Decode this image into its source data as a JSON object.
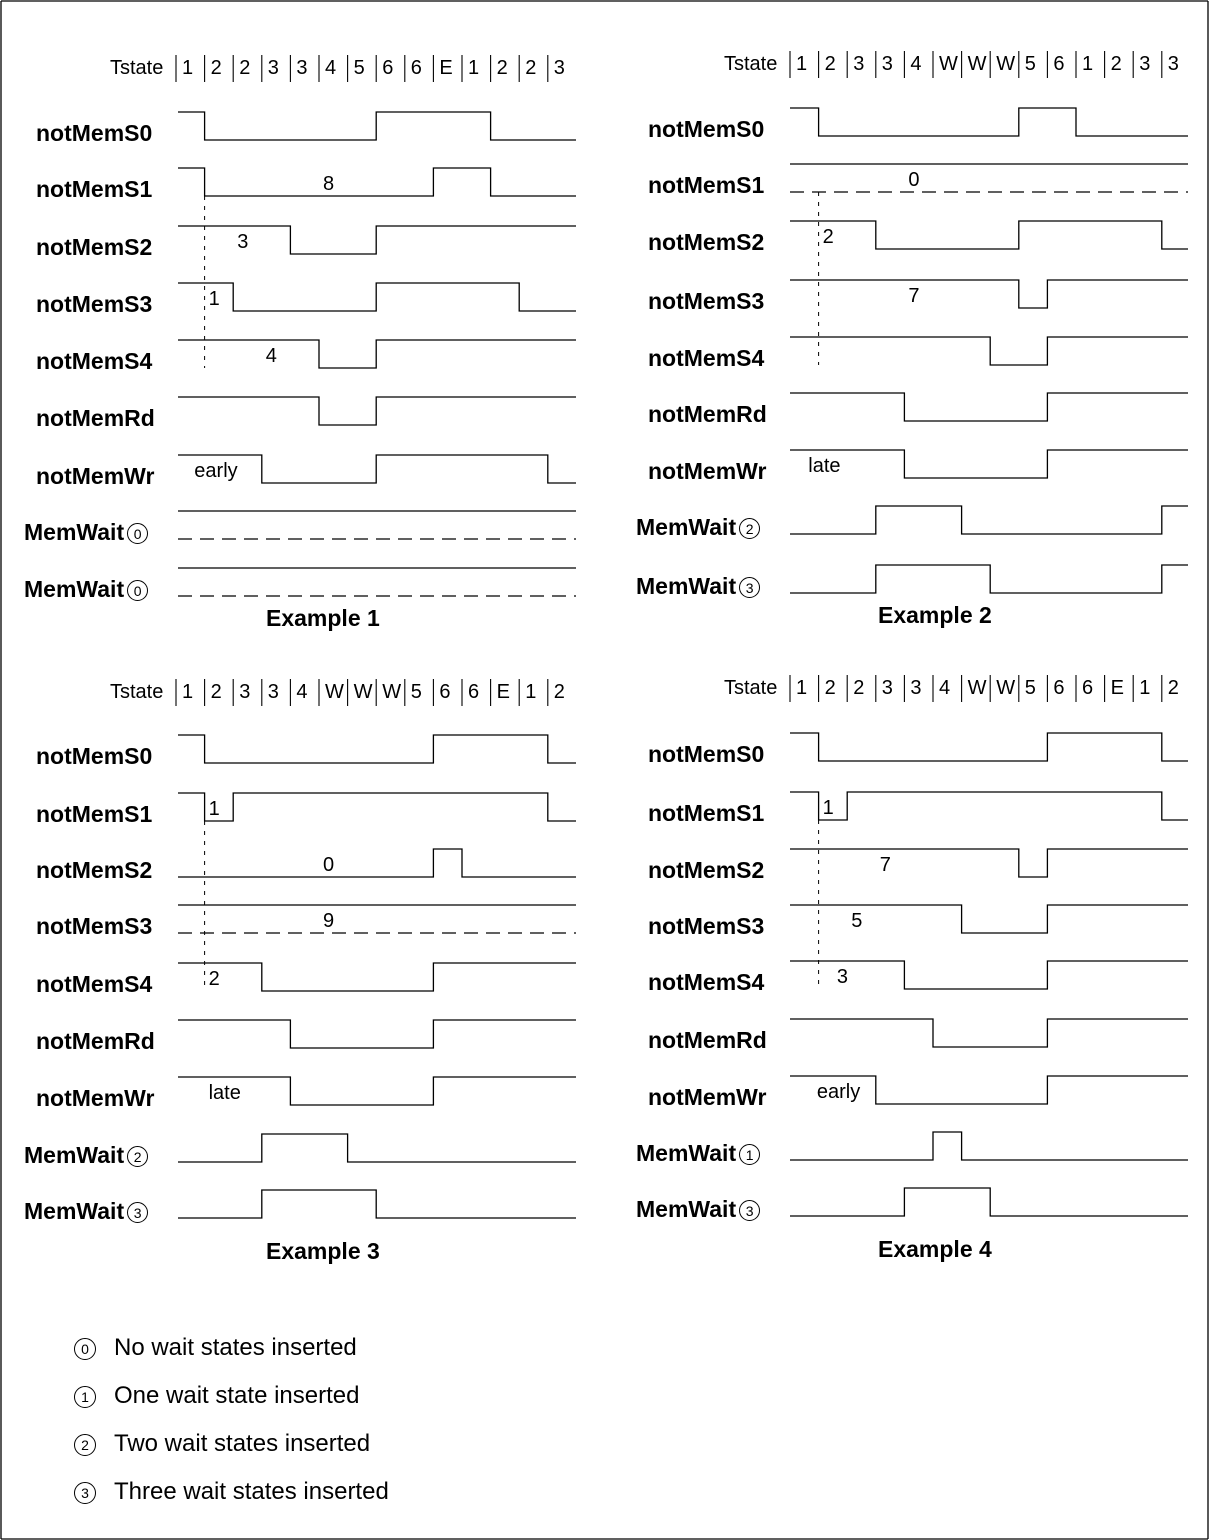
{
  "tstate_label": "Tstate",
  "examples": [
    {
      "title": "Example 1",
      "tstates": [
        "1",
        "2",
        "2",
        "3",
        "3",
        "4",
        "5",
        "6",
        "6",
        "E",
        "1",
        "2",
        "2",
        "3"
      ],
      "signals": [
        {
          "name": "notMemS0",
          "note": ""
        },
        {
          "name": "notMemS1",
          "note": "8"
        },
        {
          "name": "notMemS2",
          "note": "3"
        },
        {
          "name": "notMemS3",
          "note": "1"
        },
        {
          "name": "notMemS4",
          "note": "4"
        },
        {
          "name": "notMemRd",
          "note": ""
        },
        {
          "name": "notMemWr",
          "note": "early"
        },
        {
          "name": "MemWait",
          "mark": "0",
          "note": ""
        },
        {
          "name": "MemWait",
          "mark": "0",
          "note": ""
        }
      ]
    },
    {
      "title": "Example 2",
      "tstates": [
        "1",
        "2",
        "3",
        "3",
        "4",
        "W",
        "W",
        "W",
        "5",
        "6",
        "1",
        "2",
        "3",
        "3"
      ],
      "signals": [
        {
          "name": "notMemS0",
          "note": ""
        },
        {
          "name": "notMemS1",
          "note": "0"
        },
        {
          "name": "notMemS2",
          "note": "2"
        },
        {
          "name": "notMemS3",
          "note": "7"
        },
        {
          "name": "notMemS4",
          "note": ""
        },
        {
          "name": "notMemRd",
          "note": ""
        },
        {
          "name": "notMemWr",
          "note": "late"
        },
        {
          "name": "MemWait",
          "mark": "2",
          "note": ""
        },
        {
          "name": "MemWait",
          "mark": "3",
          "note": ""
        }
      ]
    },
    {
      "title": "Example 3",
      "tstates": [
        "1",
        "2",
        "3",
        "3",
        "4",
        "W",
        "W",
        "W",
        "5",
        "6",
        "6",
        "E",
        "1",
        "2"
      ],
      "signals": [
        {
          "name": "notMemS0",
          "note": ""
        },
        {
          "name": "notMemS1",
          "note": "1"
        },
        {
          "name": "notMemS2",
          "note": "0"
        },
        {
          "name": "notMemS3",
          "note": "9"
        },
        {
          "name": "notMemS4",
          "note": "2"
        },
        {
          "name": "notMemRd",
          "note": ""
        },
        {
          "name": "notMemWr",
          "note": "late"
        },
        {
          "name": "MemWait",
          "mark": "2",
          "note": ""
        },
        {
          "name": "MemWait",
          "mark": "3",
          "note": ""
        }
      ]
    },
    {
      "title": "Example 4",
      "tstates": [
        "1",
        "2",
        "2",
        "3",
        "3",
        "4",
        "W",
        "W",
        "5",
        "6",
        "6",
        "E",
        "1",
        "2"
      ],
      "signals": [
        {
          "name": "notMemS0",
          "note": ""
        },
        {
          "name": "notMemS1",
          "note": "1"
        },
        {
          "name": "notMemS2",
          "note": "7"
        },
        {
          "name": "notMemS3",
          "note": "5"
        },
        {
          "name": "notMemS4",
          "note": "3"
        },
        {
          "name": "notMemRd",
          "note": ""
        },
        {
          "name": "notMemWr",
          "note": "early"
        },
        {
          "name": "MemWait",
          "mark": "1",
          "note": ""
        },
        {
          "name": "MemWait",
          "mark": "3",
          "note": ""
        }
      ]
    }
  ],
  "legend": [
    {
      "mark": "0",
      "text": "No wait states inserted"
    },
    {
      "mark": "1",
      "text": "One wait state inserted"
    },
    {
      "mark": "2",
      "text": "Two wait states inserted"
    },
    {
      "mark": "3",
      "text": "Three wait states inserted"
    }
  ]
}
